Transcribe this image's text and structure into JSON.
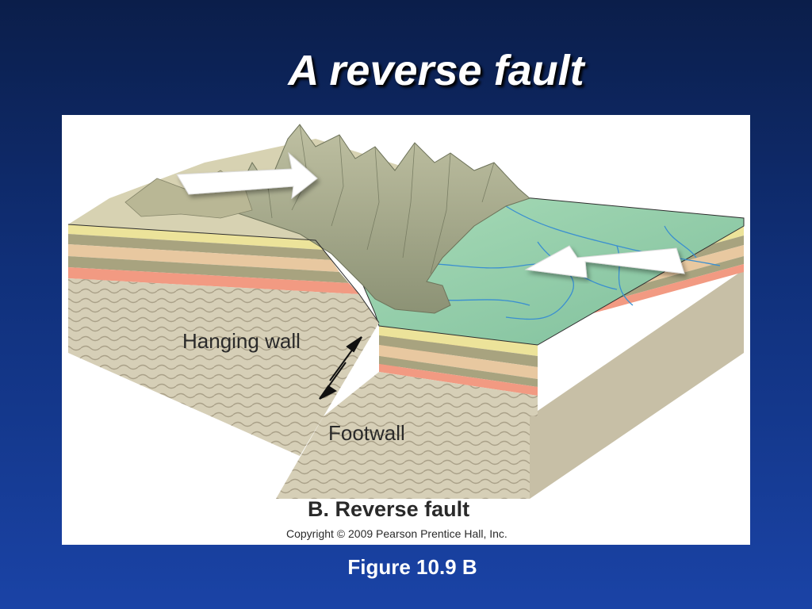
{
  "slide": {
    "title": "A reverse fault",
    "caption": "Figure 10.9 B"
  },
  "diagram": {
    "labels": {
      "hanging_wall": "Hanging wall",
      "footwall": "Footwall",
      "subtitle": "B. Reverse fault",
      "copyright": "Copyright © 2009 Pearson Prentice Hall, Inc."
    },
    "colors": {
      "background": "#12318a",
      "mountains": "#9aa07f",
      "plain": "#8fcba6",
      "river": "#3a8fd0",
      "layer_yellow": "#ece39a",
      "layer_khaki": "#a8a37f",
      "layer_tan": "#e8c8a0",
      "layer_salmon": "#f29a82",
      "basement": "#d4ccb4",
      "arrow": "#ffffff"
    },
    "icons": [
      "compression-arrow-left",
      "compression-arrow-right",
      "fault-motion-arrows"
    ]
  }
}
